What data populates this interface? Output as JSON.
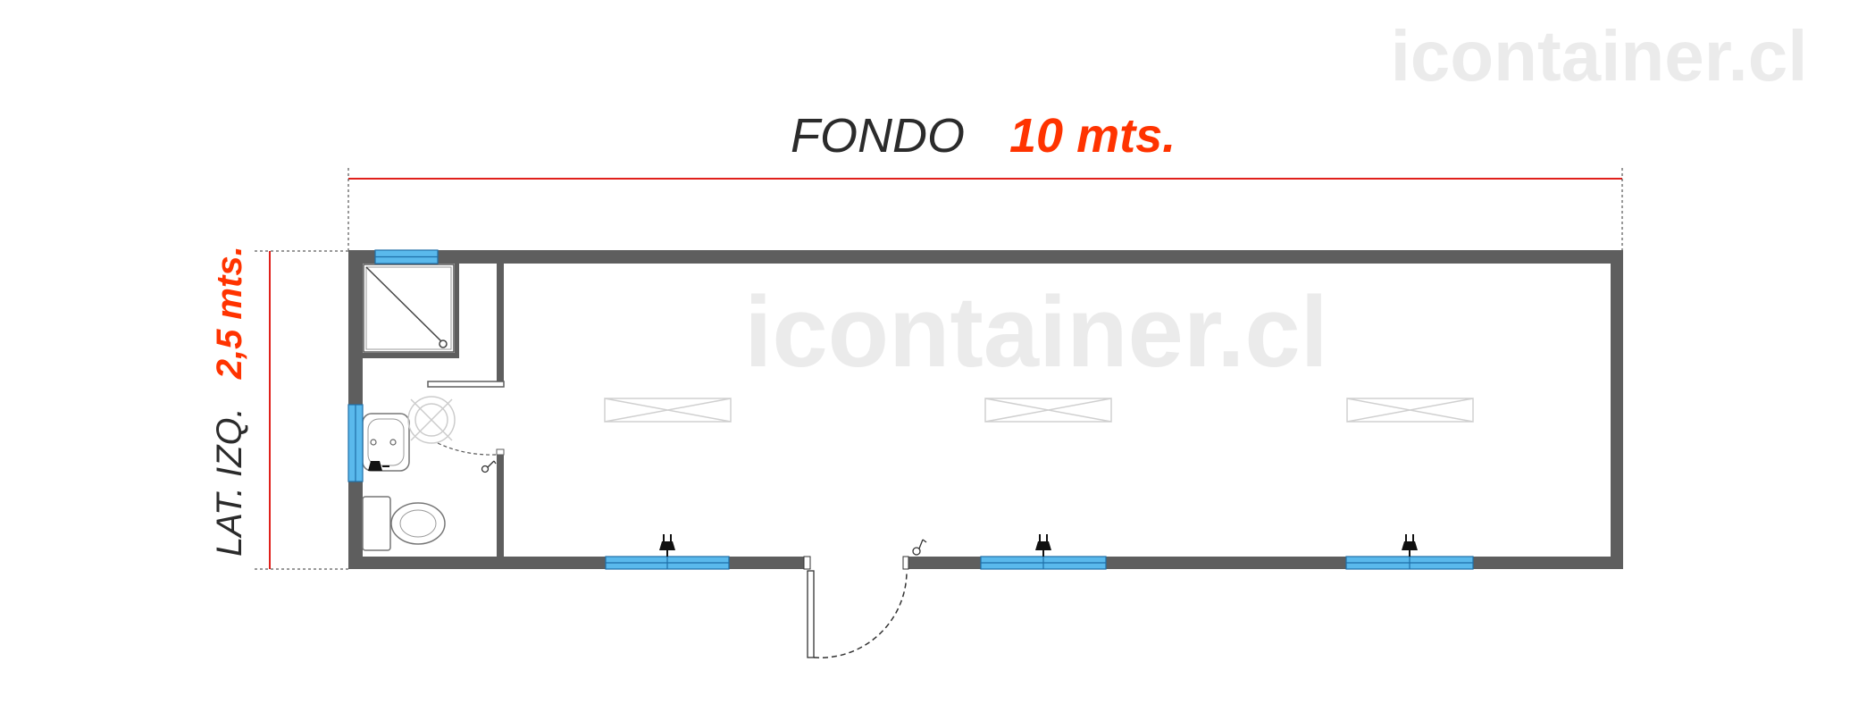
{
  "watermark": {
    "top_right": "icontainer.cl",
    "center": "icontainer.cl"
  },
  "dimensions": {
    "width_label": "FONDO",
    "width_value": "10 mts.",
    "side_label": "LAT. IZQ.",
    "side_value": "2,5 mts."
  },
  "colors": {
    "wall": "#5e5e5e",
    "dimension_line": "#e0201b",
    "dimension_value": "#ff3300",
    "window": "#5ab9ec",
    "watermark": "#ebebeb"
  }
}
